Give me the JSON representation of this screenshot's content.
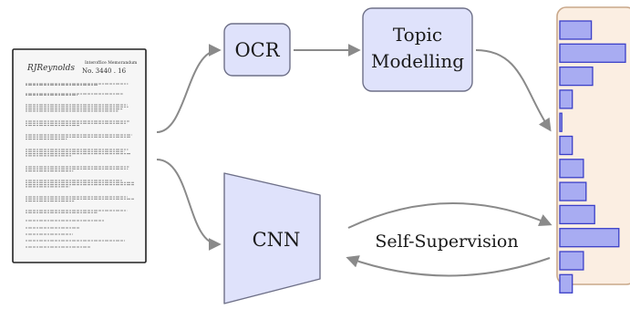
{
  "document": {
    "logo_text": "RJReynolds",
    "header_right": "Interoffice Memorandum",
    "number": "No. 3440 . 16"
  },
  "nodes": {
    "ocr": "OCR",
    "topic_line1": "Topic",
    "topic_line2": "Modelling",
    "cnn": "CNN",
    "self_supervision": "Self-Supervision"
  },
  "histogram": {
    "values": [
      0.48,
      1.0,
      0.5,
      0.19,
      0.03,
      0.19,
      0.36,
      0.4,
      0.53,
      0.9,
      0.36,
      0.19
    ]
  },
  "colors": {
    "node_fill": "#dfe2fb",
    "node_stroke": "#6e7088",
    "bar_fill": "#a8acf2",
    "bar_stroke": "#3a3fc8",
    "panel_fill": "#fbeee2",
    "panel_stroke": "#c9a88a",
    "arrow": "#8a8a8a"
  }
}
